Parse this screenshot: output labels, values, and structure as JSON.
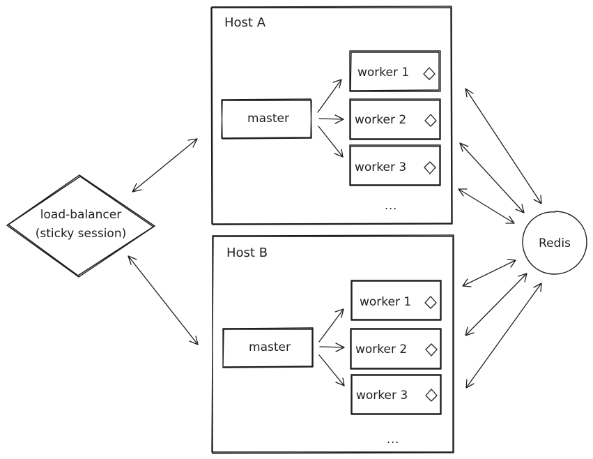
{
  "load_balancer": {
    "line1": "load-balancer",
    "line2": "(sticky session)"
  },
  "redis": {
    "label": "Redis"
  },
  "hosts": [
    {
      "title": "Host A",
      "master": "master",
      "workers": [
        "worker 1",
        "worker 2",
        "worker 3"
      ],
      "more": "..."
    },
    {
      "title": "Host B",
      "master": "master",
      "workers": [
        "worker 1",
        "worker 2",
        "worker 3"
      ],
      "more": "..."
    }
  ],
  "icons": {
    "worker_badge": "diamond-icon"
  },
  "colors": {
    "stroke": "#1e1e1e",
    "background": "#ffffff"
  }
}
